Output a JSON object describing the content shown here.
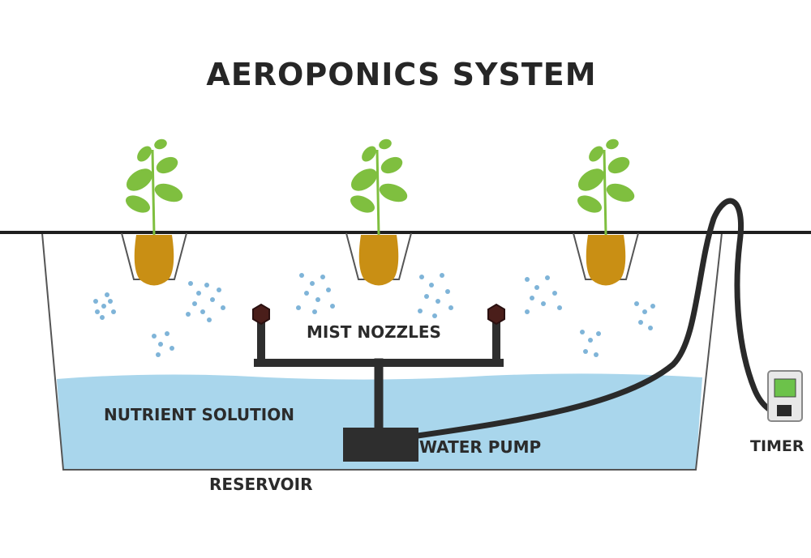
{
  "title": "AEROPONICS SYSTEM",
  "labels": {
    "mist_nozzles": "MIST NOZZLES",
    "nutrient_solution": "NUTRIENT SOLUTION",
    "water_pump": "WATER PUMP",
    "reservoir": "RESERVOIR",
    "timer": "TIMER"
  },
  "colors": {
    "water": "#a9d6ec",
    "leaf": "#7fbf3f",
    "root_ball": "#c98f14",
    "pipe": "#2e2e2e",
    "nozzle": "#4a1e1a",
    "mist_drops": "#7fb4d8",
    "timer_screen": "#6cc24a"
  },
  "icons": [
    "plant-icon",
    "mist-nozzle-icon",
    "water-pump-icon",
    "timer-icon"
  ]
}
